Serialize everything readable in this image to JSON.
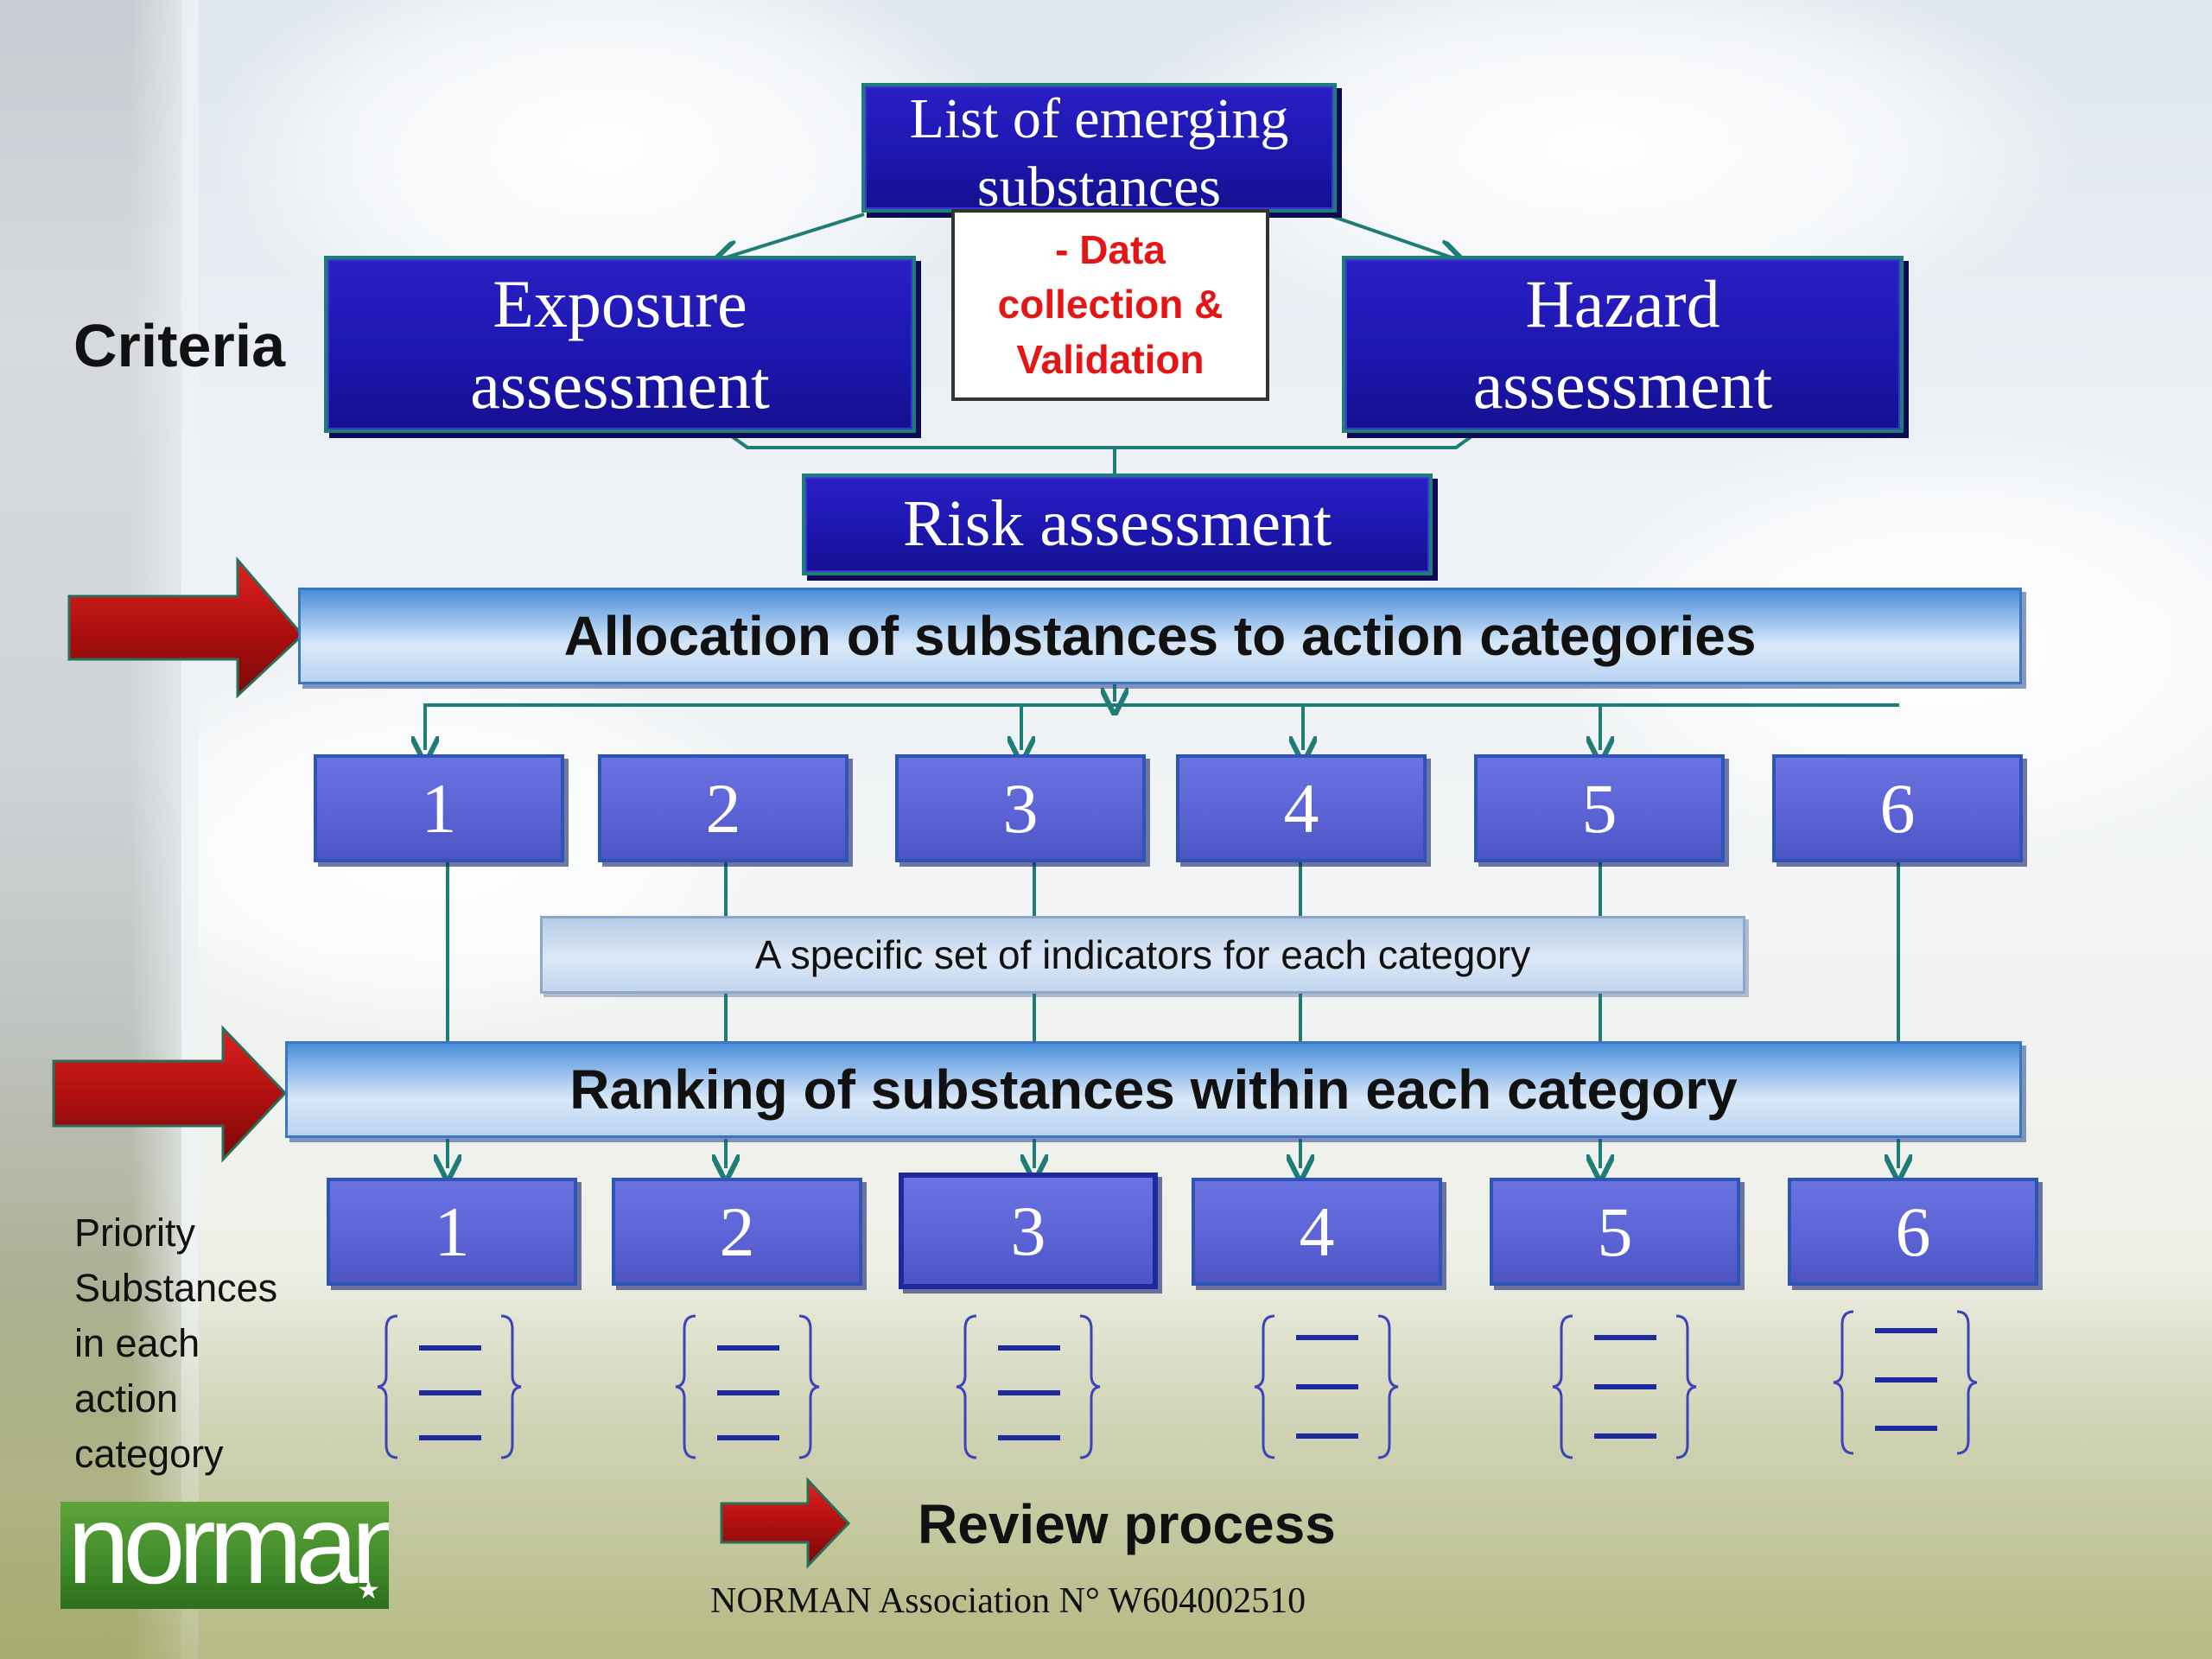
{
  "boxes": {
    "list_line1": "List of emerging",
    "list_line2": "substances",
    "exposure_line1": "Exposure",
    "exposure_line2": "assessment",
    "hazard_line1": "Hazard",
    "hazard_line2": "assessment",
    "data_collection_line1": "- Data",
    "data_collection_line2": "collection &",
    "data_collection_line3": "Validation",
    "risk": "Risk assessment"
  },
  "criteria_label": "Criteria",
  "allocation_label": "Allocation of substances to action categories",
  "indicators_label": "A specific set of indicators for each category",
  "ranking_label": "Ranking of substances within each category",
  "categories_top": [
    "1",
    "2",
    "3",
    "4",
    "5",
    "6"
  ],
  "categories_bottom": [
    "1",
    "2",
    "3",
    "4",
    "5",
    "6"
  ],
  "priority_label": [
    "Priority",
    "Substances",
    "in each",
    "action",
    "category"
  ],
  "review_label": "Review process",
  "footer": "NORMAN Association N° W604002510",
  "logo_text": "norman",
  "colors": {
    "navy_box": "#1d17b0",
    "connector": "#1e7d77",
    "arrow_red": "#c01010",
    "number_box": "#5c63d6",
    "data_collection_text": "#e41515"
  }
}
